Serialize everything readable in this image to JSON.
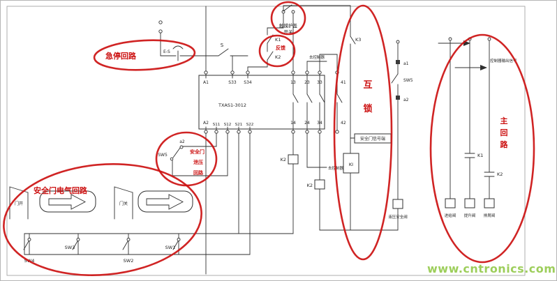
{
  "diagram": {
    "relay": {
      "model": "TXAS1-3012",
      "terminals": {
        "a1": "A1",
        "a2": "A2",
        "s33": "S33",
        "s34": "S34",
        "s11": "S11",
        "s12": "S12",
        "s21": "S21",
        "s22": "S22",
        "t13": "13",
        "t14": "14",
        "t23": "23",
        "t24": "24",
        "t33": "33",
        "t34": "34",
        "t41": "41",
        "t42": "42"
      }
    },
    "annotations": {
      "emergency_loop": "急停回路",
      "touch_cover_line1": "触摸护盖",
      "touch_cover_line2": "开关",
      "feedback": "反馈",
      "interlock_char1": "互",
      "interlock_char2": "锁",
      "relief_line1": "安全门",
      "relief_line2": "泄压",
      "relief_line3": "回路",
      "door_loop": "安全门电气回路",
      "main_char1": "主",
      "main_char2": "回",
      "main_char3": "路"
    },
    "components": {
      "estop": "E-S",
      "reset": "S",
      "k1": "K1",
      "k2": "K2",
      "k3": "K3",
      "coil_k2_a": "K2",
      "coil_k2_b": "K2",
      "ki": "KI",
      "aux_a1": "a1",
      "aux_sw5": "SW5",
      "aux_a2": "a2",
      "relief_a2": "a2",
      "relief_sw5": "SW5",
      "sw1": "SW1",
      "sw2": "SW2",
      "sw3": "SW3",
      "sw4": "SW4",
      "door_open": "门开",
      "door_close": "门关",
      "to_controller_top": "去控制器",
      "to_controller_bottom": "去控制器",
      "door_signal": "安全门信号端",
      "controller_output": "控制器输出信号",
      "main_k1": "K1",
      "main_k2": "K2",
      "valve_hydraulic": "液压安全阀",
      "valve_feed": "进给阀",
      "valve_lift": "提升阀",
      "valve_chip": "排屑阀"
    },
    "colors": {
      "annotation_red": "#cc1111",
      "wire": "#2f2f2f",
      "watermark_green": "#8dc63f"
    }
  },
  "watermark": "www.cntronics.com"
}
